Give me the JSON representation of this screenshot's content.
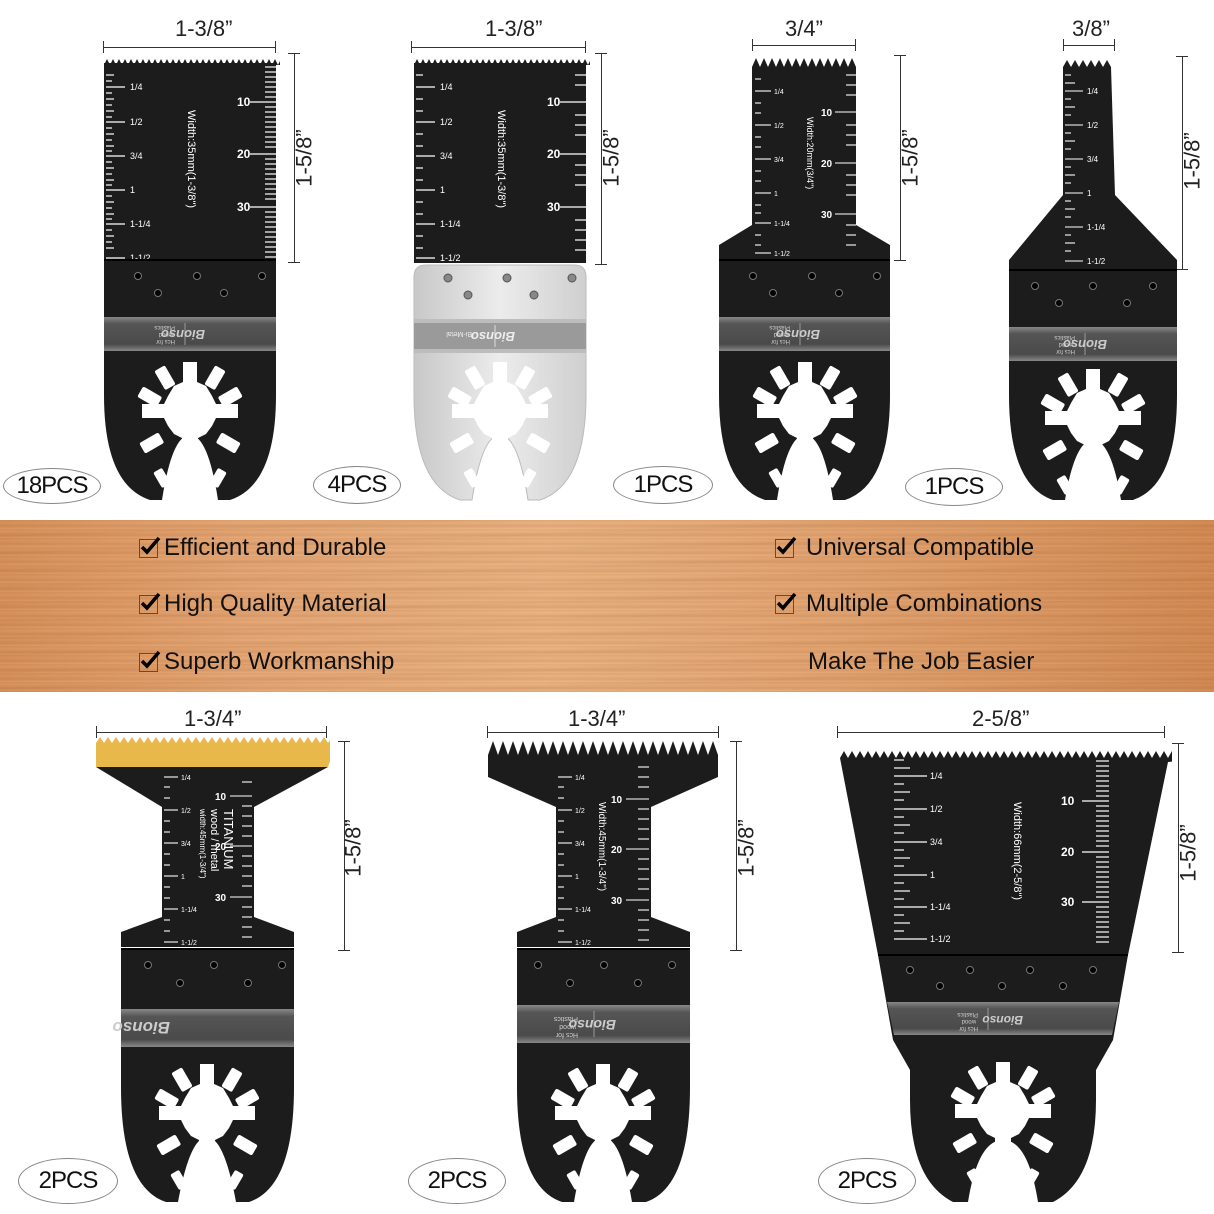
{
  "colors": {
    "blade_black": "#1c1c1c",
    "blade_steel": "#d9d9d9",
    "titanium_tip": "#e8b84a",
    "logo_band": "#4a4a4a",
    "wood_light": "#ebb584",
    "wood_dark": "#d48c55"
  },
  "brand": "Bionso",
  "top_row": [
    {
      "width_label": "1-3/8”",
      "height_label": "1-5/8”",
      "qty": "18PCS",
      "blade_text": "Width:35mm(1-3/8\")",
      "band_text": [
        "Hcs for",
        "wood",
        "Plastics"
      ],
      "finish": "black"
    },
    {
      "width_label": "1-3/8”",
      "height_label": "1-5/8”",
      "qty": "4PCS",
      "blade_text": "Width:35mm(1-3/8\")",
      "band_text": [
        "Bi-Metal"
      ],
      "finish": "steel"
    },
    {
      "width_label": "3/4”",
      "height_label": "1-5/8”",
      "qty": "1PCS",
      "blade_text": "Width:20mm(3/4\")",
      "band_text": [
        "Hcs for",
        "wood",
        "Plastics"
      ],
      "finish": "black"
    },
    {
      "width_label": "3/8”",
      "height_label": "1-5/8”",
      "qty": "1PCS",
      "blade_text": "",
      "band_text": [
        "Hcs for",
        "wood",
        "Plastics"
      ],
      "finish": "black"
    }
  ],
  "bottom_row": [
    {
      "width_label": "1-3/4”",
      "height_label": "1-5/8”",
      "qty": "2PCS",
      "blade_text": [
        "TITANIUM",
        "wood / metal",
        "width:45mm(1-3/4\")"
      ],
      "band_text": [],
      "finish": "titanium"
    },
    {
      "width_label": "1-3/4”",
      "height_label": "1-5/8”",
      "qty": "2PCS",
      "blade_text": "Width:45mm(1-3/4\")",
      "band_text": [
        "Hcs for",
        "wood",
        "Plastics"
      ],
      "finish": "black"
    },
    {
      "width_label": "2-5/8”",
      "height_label": "1-5/8”",
      "qty": "2PCS",
      "blade_text": "Width:66mm(2-5/8\")",
      "band_text": [
        "Hcs for",
        "wood",
        "Plastics"
      ],
      "finish": "black"
    }
  ],
  "ruler": {
    "inch_marks": [
      "1/4",
      "1/2",
      "3/4",
      "1",
      "1-1/4",
      "1-1/2"
    ],
    "mm_marks": [
      "10",
      "20",
      "30"
    ]
  },
  "features": {
    "left": [
      {
        "text": "Efficient and Durable",
        "checked": true
      },
      {
        "text": "High Quality Material",
        "checked": true
      },
      {
        "text": "Superb Workmanship",
        "checked": true
      }
    ],
    "right": [
      {
        "text": "Universal Compatible",
        "checked": true
      },
      {
        "text": "Multiple Combinations",
        "checked": true
      },
      {
        "text": "Make The Job Easier",
        "checked": false
      }
    ]
  }
}
